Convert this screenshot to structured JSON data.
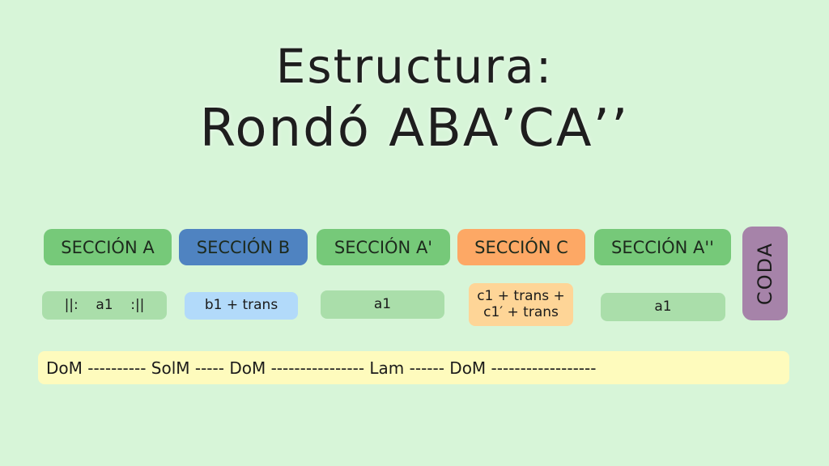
{
  "title": {
    "line1": "Estructura:",
    "line2": "Rondó ABA’CA’’"
  },
  "sections": [
    {
      "label": "SECCIÓN A",
      "color": "#76c979",
      "content": "||:    a1    :||"
    },
    {
      "label": "SECCIÓN B",
      "color": "#4f83c1",
      "content": "b1 + trans"
    },
    {
      "label": "SECCIÓN A'",
      "color": "#76c979",
      "content": "a1"
    },
    {
      "label": "SECCIÓN C",
      "color": "#fda865",
      "content": "c1 + trans + c1′ + trans"
    },
    {
      "label": "SECCIÓN A''",
      "color": "#76c979",
      "content": "a1"
    }
  ],
  "coda": "CODA",
  "keys": "DoM ---------- SolM ----- DoM ---------------- Lam ------ DoM ------------------"
}
